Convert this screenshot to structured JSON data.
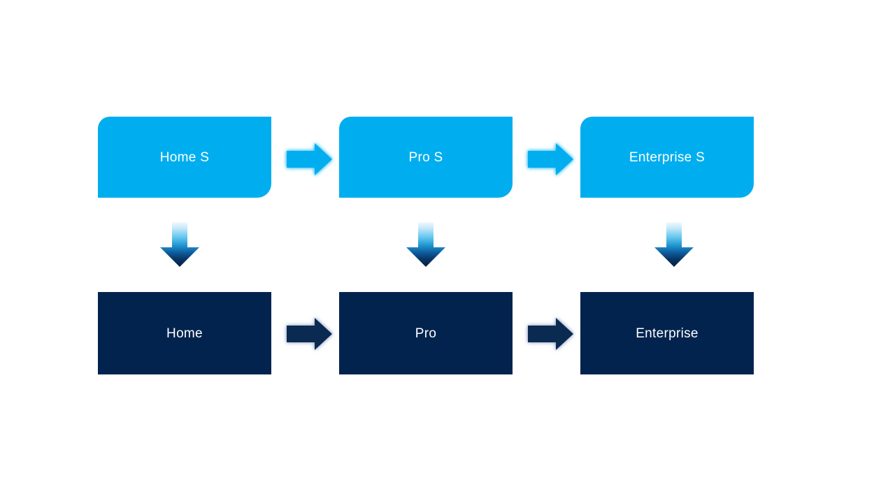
{
  "diagram": {
    "type": "process-flow",
    "columns": [
      {
        "top_label": "Home S",
        "bottom_label": "Home"
      },
      {
        "top_label": "Pro S",
        "bottom_label": "Pro"
      },
      {
        "top_label": "Enterprise S",
        "bottom_label": "Enterprise"
      }
    ],
    "colors": {
      "background": "#FFFFFF",
      "top_node_fill": "#00AEEF",
      "bottom_node_fill": "#03234F",
      "right_arrow_light": "#00AEEF",
      "right_arrow_dark": "#0B2A52",
      "down_arrow_gradient_top": "#F2FAFE",
      "down_arrow_gradient_mid": "#29A9E1",
      "down_arrow_gradient_bottom": "#051D40",
      "label_text": "#FFFFFF"
    },
    "icons": {
      "right_arrow": "right-arrow-icon",
      "down_arrow": "down-arrow-icon"
    }
  }
}
